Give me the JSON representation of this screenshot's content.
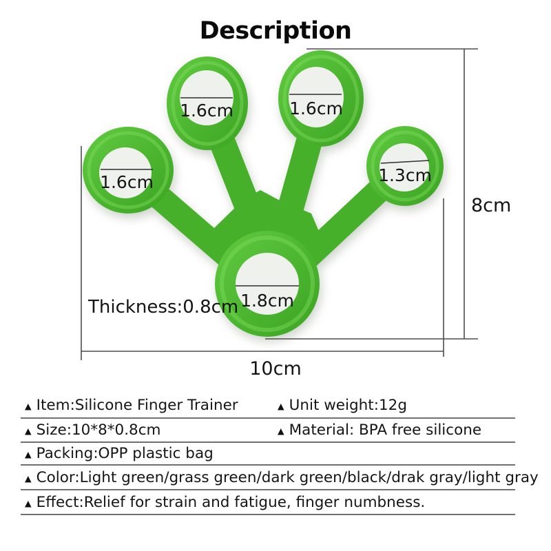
{
  "title": "Description",
  "product": {
    "rings": [
      {
        "size": "1.6cm"
      },
      {
        "size": "1.6cm"
      },
      {
        "size": "1.6cm"
      },
      {
        "size": "1.3cm"
      },
      {
        "size": "1.8cm"
      }
    ],
    "height_label": "8cm",
    "width_label": "10cm",
    "thickness_label": "Thickness:0.8cm"
  },
  "colors": {
    "body_green": "#46b02a",
    "body_green_light": "#63cc41",
    "sheen_green": "#7edc5e",
    "hole_fill": "#eff1ec",
    "dimension_line": "#4d4d4d"
  },
  "specs": {
    "bullet": "▲",
    "rows": [
      {
        "cells": [
          "Item:Silicone Finger Trainer",
          "Unit weight:12g"
        ]
      },
      {
        "cells": [
          "Size:10*8*0.8cm",
          "Material: BPA free silicone"
        ]
      },
      {
        "cells": [
          "Packing:OPP plastic bag"
        ]
      },
      {
        "cells": [
          "Color:Light green/grass green/dark green/black/drak gray/light gray"
        ]
      },
      {
        "cells": [
          "Effect:Relief for strain and fatigue, finger numbness."
        ]
      }
    ]
  }
}
